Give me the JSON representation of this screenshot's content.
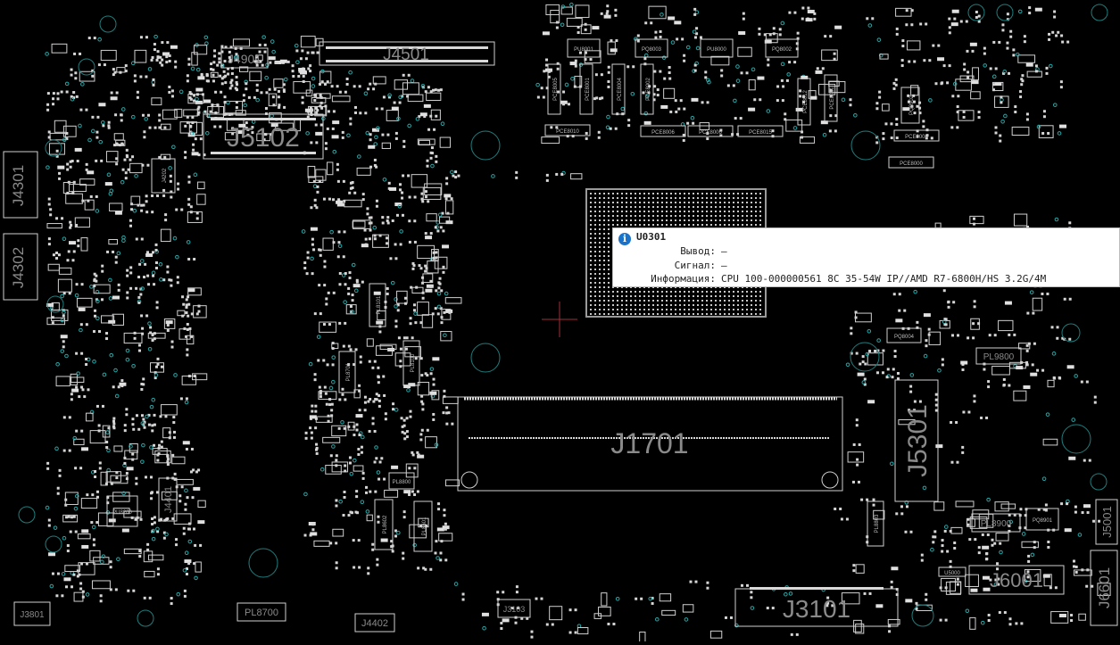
{
  "board": {
    "background": "#000000",
    "connectors": {
      "j4901": "J4901",
      "j4501": "J4501",
      "j5102": "J5102",
      "j4301": "J4301",
      "j4302": "J4302",
      "j1701": "J1701",
      "j5301": "J5301",
      "j3101": "J3101",
      "j6001": "J6001",
      "j5001": "J5001",
      "j6601": "J6601",
      "j4401": "J4401",
      "j4402": "J4402",
      "j3801": "J3801",
      "j3103": "J3103",
      "j4202": "J4202"
    },
    "parts": {
      "pl8700": "PL8700",
      "pl8900": "PL8900",
      "pl9800": "PL9800",
      "pl8101": "PL8101",
      "pl8100": "PL8100",
      "pl8701": "PL8701",
      "pl8602": "PL8602",
      "pl8601": "PL8601",
      "pl8800": "PL8800",
      "pce8010": "PCE8010",
      "pce8006a": "PCE8006",
      "pce8006b": "PCE8006",
      "pce8015": "PCE8015",
      "pce8005": "PCE8005",
      "pce8001": "PCE8001",
      "pce8000a": "PCE8000",
      "pce8000b": "PCE8000",
      "pce8004": "PCE8004",
      "pce8002": "PCE8002",
      "pce8012": "PCE8012",
      "pce8011": "PCE8011",
      "pu8000": "PU8000",
      "pu8001": "PU8001",
      "pq8002": "PQ8002",
      "pq8003": "PQ8003",
      "pq8004": "PQ8004",
      "pq8901": "PQ8901",
      "pq8902": "PQ8902",
      "pl8803": "PL8803",
      "u5000": "U5000",
      "pu8200": "PU8200"
    }
  },
  "tooltip": {
    "icon": "info-icon",
    "title": "U0301",
    "rows": [
      {
        "key": "Вывод:",
        "value": "—"
      },
      {
        "key": "Сигнал:",
        "value": "—"
      },
      {
        "key": "Информация:",
        "value": "CPU 100-000000561 8C 35-54W IP//AMD R7-6800H/HS 3.2G/4M"
      }
    ]
  },
  "cursor": {
    "icon": "crosshair-icon",
    "color": "#a0303a"
  }
}
